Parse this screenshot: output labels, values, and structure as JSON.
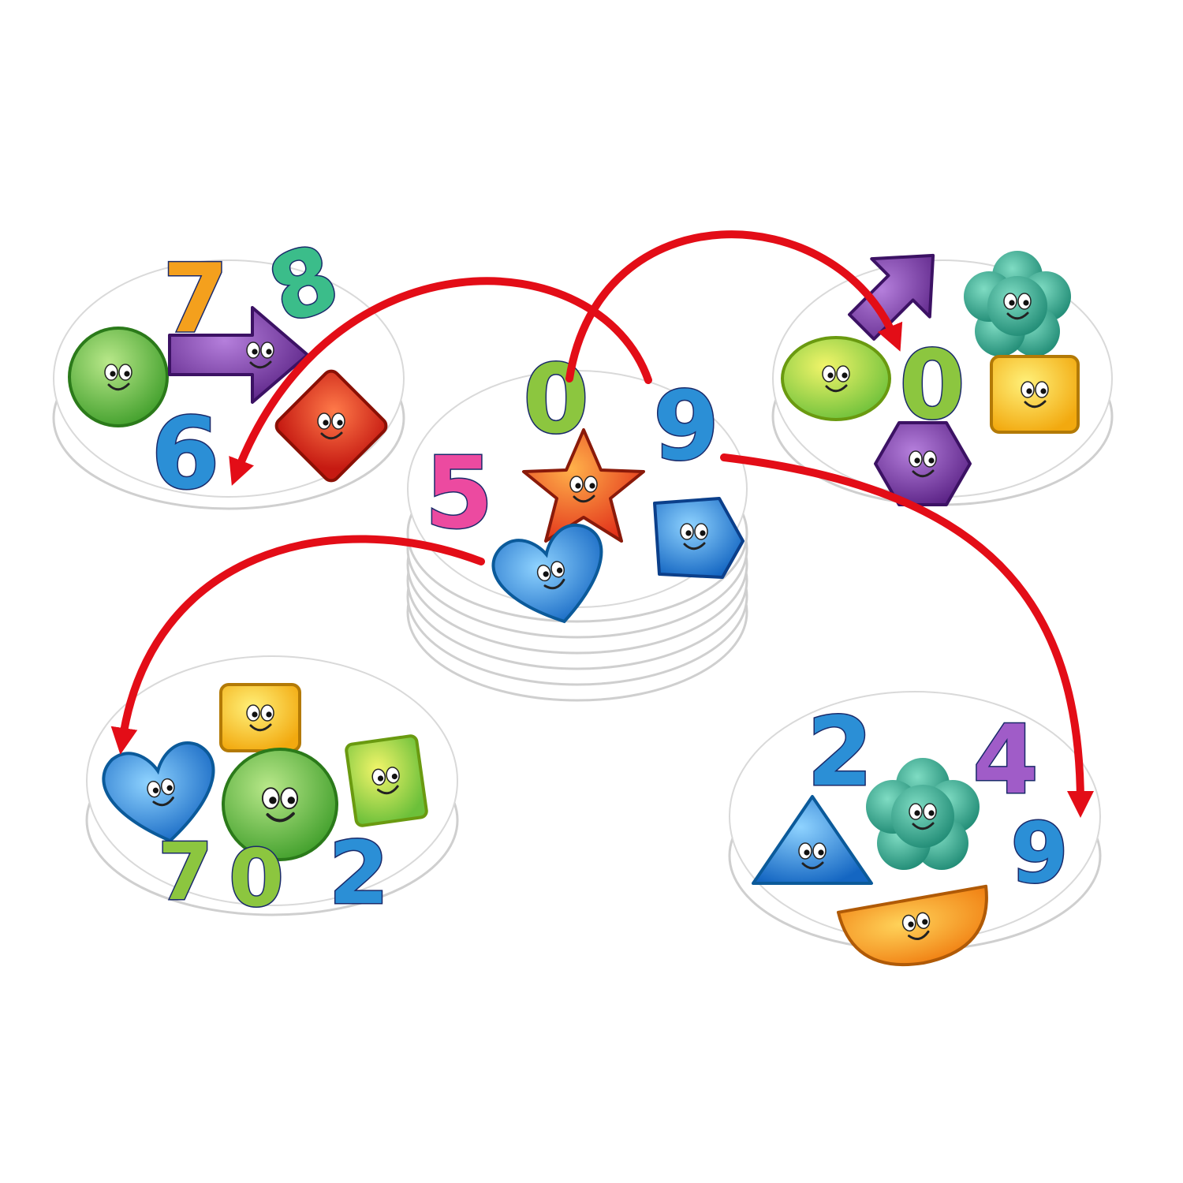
{
  "scene": {
    "background": "#ffffff",
    "card_color": "#ffffff",
    "card_edge": "#d9d9d9",
    "arrow_color": "#e30d17"
  },
  "cards": {
    "center": {
      "symbols": [
        {
          "icon": "number-zero-icon",
          "text": "0",
          "color": "#8cc63f"
        },
        {
          "icon": "number-nine-icon",
          "text": "9",
          "color": "#2b8fd6"
        },
        {
          "icon": "number-five-icon",
          "text": "5",
          "color": "#ec4aa0"
        },
        {
          "icon": "star-shape-icon",
          "color": "#f05a28"
        },
        {
          "icon": "pentagon-shape-icon",
          "color": "#1b6fc9"
        },
        {
          "icon": "heart-shape-icon",
          "color": "#3aa6e8"
        }
      ]
    },
    "top_left": {
      "symbols": [
        {
          "icon": "number-seven-icon",
          "text": "7",
          "color": "#f4a01d"
        },
        {
          "icon": "number-eight-icon",
          "text": "8",
          "color": "#3bbd8a"
        },
        {
          "icon": "circle-shape-icon",
          "color": "#5cbf3a"
        },
        {
          "icon": "arrow-shape-icon",
          "color": "#8a3fb3"
        },
        {
          "icon": "diamond-shape-icon",
          "color": "#e9371f"
        },
        {
          "icon": "number-six-icon",
          "text": "6",
          "color": "#2b8fd6"
        }
      ]
    },
    "top_right": {
      "symbols": [
        {
          "icon": "arrow-shape-icon",
          "color": "#8a3fb3"
        },
        {
          "icon": "flower-shape-icon",
          "color": "#3ab09a"
        },
        {
          "icon": "oval-shape-icon",
          "color": "#c9de2a"
        },
        {
          "icon": "number-zero-icon",
          "text": "0",
          "color": "#8cc63f"
        },
        {
          "icon": "square-shape-icon",
          "color": "#f7d21a"
        },
        {
          "icon": "hexagon-shape-icon",
          "color": "#7c3fb0"
        }
      ]
    },
    "bottom_left": {
      "symbols": [
        {
          "icon": "square-shape-icon",
          "color": "#f7d21a"
        },
        {
          "icon": "heart-shape-icon",
          "color": "#3aa6e8"
        },
        {
          "icon": "circle-shape-icon",
          "color": "#5cbf3a"
        },
        {
          "icon": "rectangle-shape-icon",
          "color": "#c9de2a"
        },
        {
          "icon": "number-seven-icon",
          "text": "7",
          "color": "#8cc63f"
        },
        {
          "icon": "number-zero-icon",
          "text": "0",
          "color": "#8cc63f"
        },
        {
          "icon": "number-two-icon",
          "text": "2",
          "color": "#2b8fd6"
        }
      ]
    },
    "bottom_right": {
      "symbols": [
        {
          "icon": "number-two-icon",
          "text": "2",
          "color": "#2b8fd6"
        },
        {
          "icon": "number-four-icon",
          "text": "4",
          "color": "#a05cc8"
        },
        {
          "icon": "flower-shape-icon",
          "color": "#3ab09a"
        },
        {
          "icon": "triangle-shape-icon",
          "color": "#2b8fd6"
        },
        {
          "icon": "number-nine-icon",
          "text": "9",
          "color": "#2b8fd6"
        },
        {
          "icon": "half-circle-shape-icon",
          "color": "#f7b51a"
        }
      ]
    }
  }
}
